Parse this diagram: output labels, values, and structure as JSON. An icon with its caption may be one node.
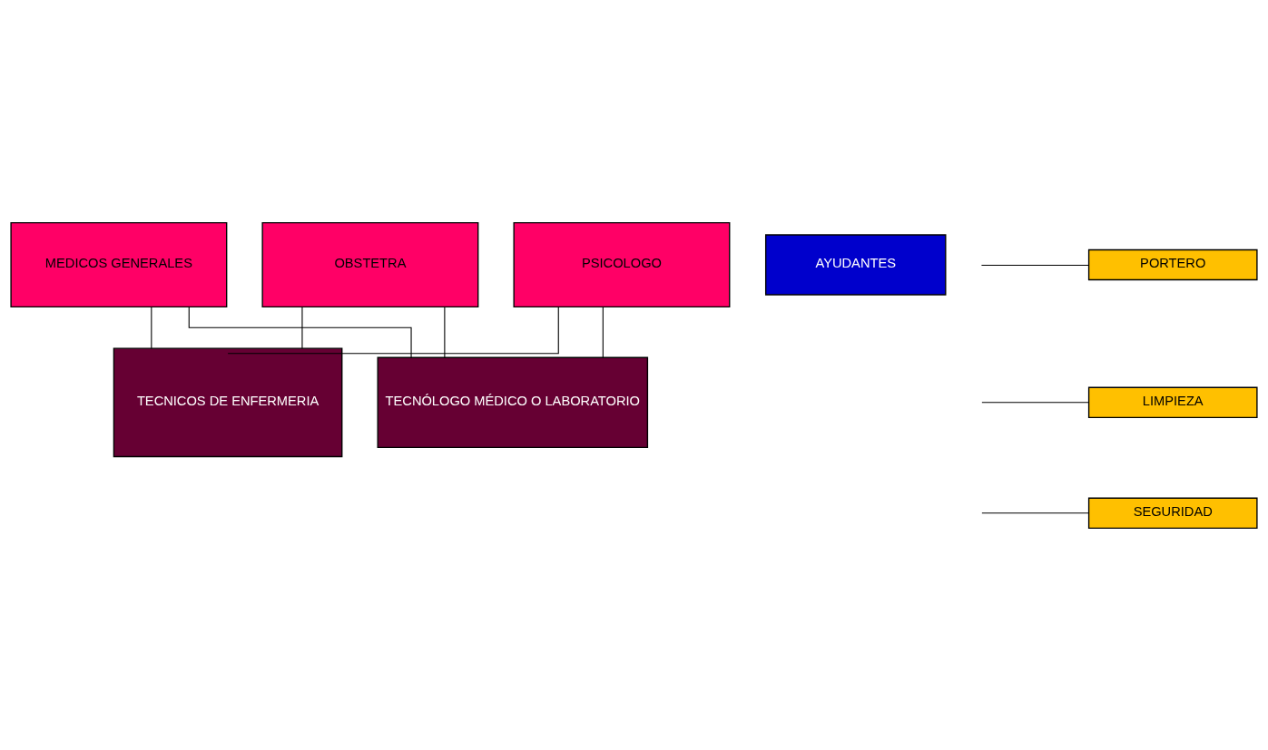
{
  "diagram": {
    "nodes": [
      {
        "text": [
          "MEDICOS GENERALES"
        ]
      },
      {
        "text": [
          "OBSTETRA"
        ]
      },
      {
        "text": [
          "PSICOLOGO"
        ]
      },
      {
        "text": [
          "AYUDANTES"
        ]
      },
      {
        "text": [
          "TECNICOS DE ENFERMERIA"
        ]
      },
      {
        "text": [
          "TECNÓLOGO MÉDICO O LABORATORIO"
        ]
      },
      {
        "text": [
          "PORTERO"
        ]
      },
      {
        "text": [
          "LIMPIEZA"
        ]
      },
      {
        "text": [
          "SEGURIDAD"
        ]
      }
    ],
    "edges": [
      {
        "from": 0,
        "to": 4,
        "arrow": "none"
      },
      {
        "from": 0,
        "to": 5,
        "arrow": "none"
      },
      {
        "from": 1,
        "to": 4,
        "arrow": "none"
      },
      {
        "from": 1,
        "to": 5,
        "arrow": "none"
      },
      {
        "from": 2,
        "to": 4,
        "arrow": "none"
      },
      {
        "from": 2,
        "to": 5,
        "arrow": "none"
      },
      {
        "from": null,
        "to": 6,
        "arrow": "none"
      },
      {
        "from": null,
        "to": 7,
        "arrow": "none"
      },
      {
        "from": null,
        "to": 8,
        "arrow": "none"
      }
    ]
  }
}
